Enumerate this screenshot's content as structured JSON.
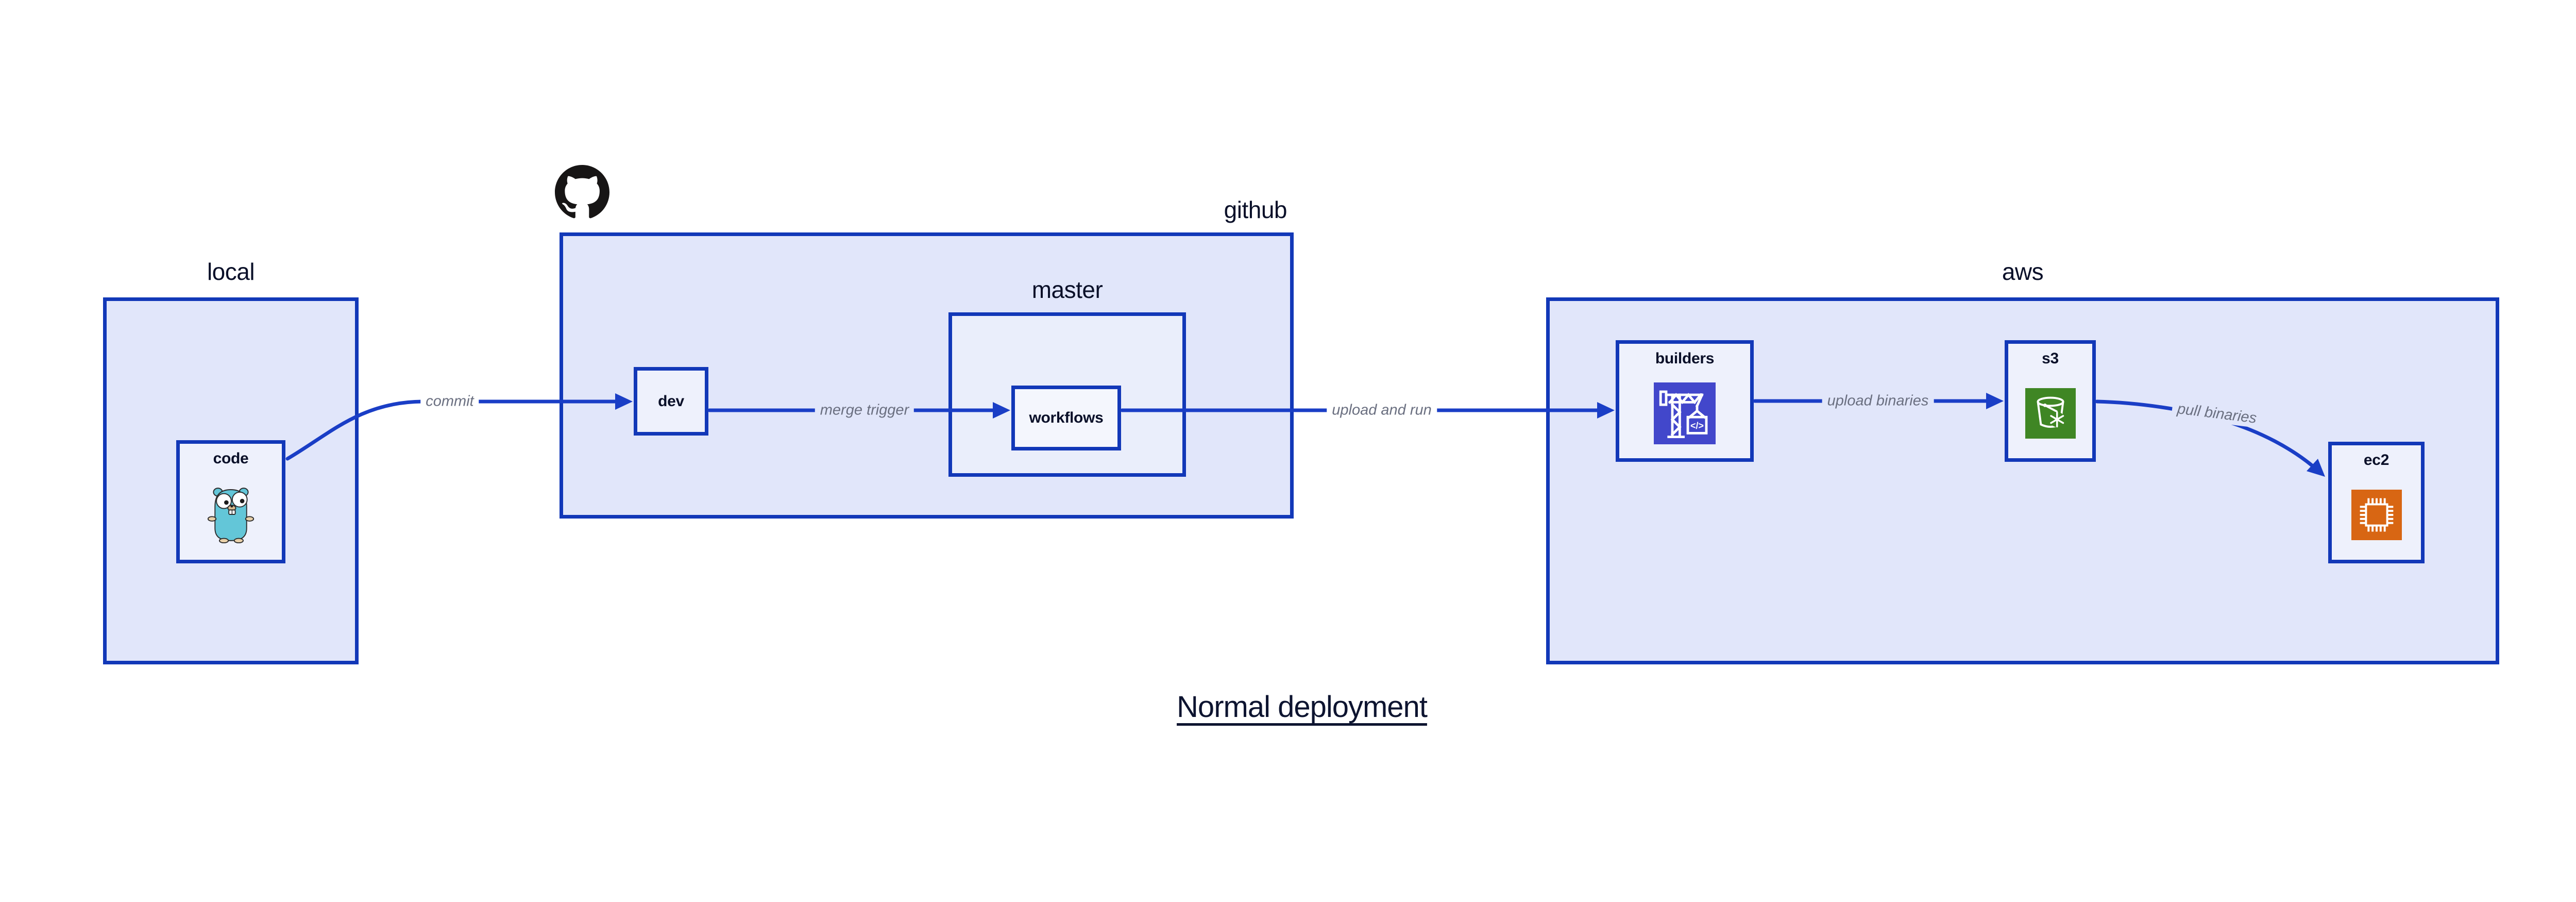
{
  "diagram_title": "Normal deployment",
  "clusters": {
    "local": {
      "label": "local"
    },
    "github": {
      "label": "github"
    },
    "master": {
      "label": "master"
    },
    "aws": {
      "label": "aws"
    }
  },
  "nodes": {
    "code": {
      "label": "code",
      "icon": "go-gopher-icon"
    },
    "dev": {
      "label": "dev"
    },
    "workflows": {
      "label": "workflows"
    },
    "builders": {
      "label": "builders",
      "icon": "aws-codebuild-icon"
    },
    "s3": {
      "label": "s3",
      "icon": "aws-s3-bucket-icon"
    },
    "ec2": {
      "label": "ec2",
      "icon": "aws-ec2-chip-icon"
    }
  },
  "edges": {
    "commit": {
      "label": "commit"
    },
    "merge_trigger": {
      "label": "merge trigger"
    },
    "upload_and_run": {
      "label": "upload and run"
    },
    "upload_binaries": {
      "label": "upload binaries"
    },
    "pull_binaries": {
      "label": "pull binaries"
    }
  },
  "icons": {
    "codebuild_code_glyph": "</>"
  },
  "colors": {
    "border_blue": "#1238b8",
    "edge_blue": "#1a3ec6",
    "cluster_fill": "#e1e6fa",
    "subcluster_fill": "#eaeefb",
    "node_fill": "#eef1fc",
    "workflows_fill": "#f4f6fd",
    "label_dark": "#0a1029",
    "edge_label_gray": "#6a6f80",
    "title_color": "#0d1430",
    "codebuild_bg": "#4247cb",
    "s3_bg": "#3f8624",
    "ec2_bg": "#d86613",
    "gopher_teal": "#63c6d8",
    "gopher_skin": "#e8d0a9",
    "github_black": "#171515"
  }
}
